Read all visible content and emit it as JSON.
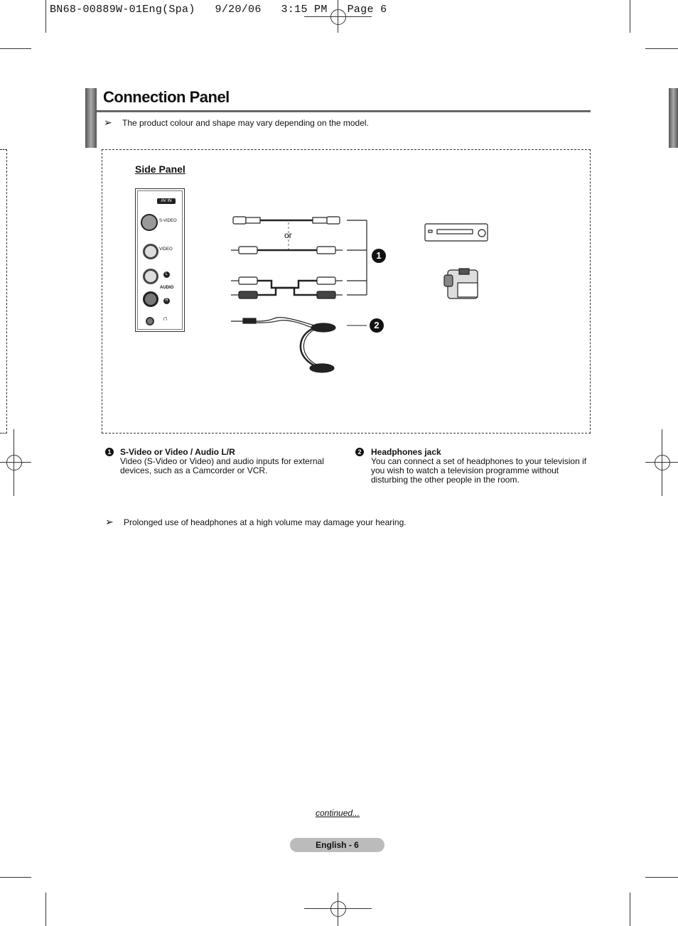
{
  "slug": "BN68-00889W-01Eng(Spa)   9/20/06   3:15 PM   Page 6",
  "title": "Connection Panel",
  "note_top": "The product colour and shape may vary depending on the model.",
  "side_panel_label": "Side Panel",
  "panel": {
    "av_in": "AV IN",
    "svideo": "S-VIDEO",
    "video": "VIDEO",
    "l": "L",
    "audio": "AUDIO",
    "r": "R"
  },
  "or_label": "or",
  "callouts": [
    "1",
    "2"
  ],
  "items": [
    {
      "num": "1",
      "heading": "S-Video or Video / Audio L/R",
      "text": "Video (S-Video or Video) and audio inputs for external devices, such as a Camcorder or VCR."
    },
    {
      "num": "2",
      "heading": "Headphones jack",
      "text": "You can connect a set of headphones to your television if you wish to watch a television programme without disturbing the other people in the room."
    }
  ],
  "note_bottom": "Prolonged use of headphones at a high volume may damage your hearing.",
  "continued": "continued...",
  "footer": "English - 6",
  "arrow_glyph": "➢"
}
